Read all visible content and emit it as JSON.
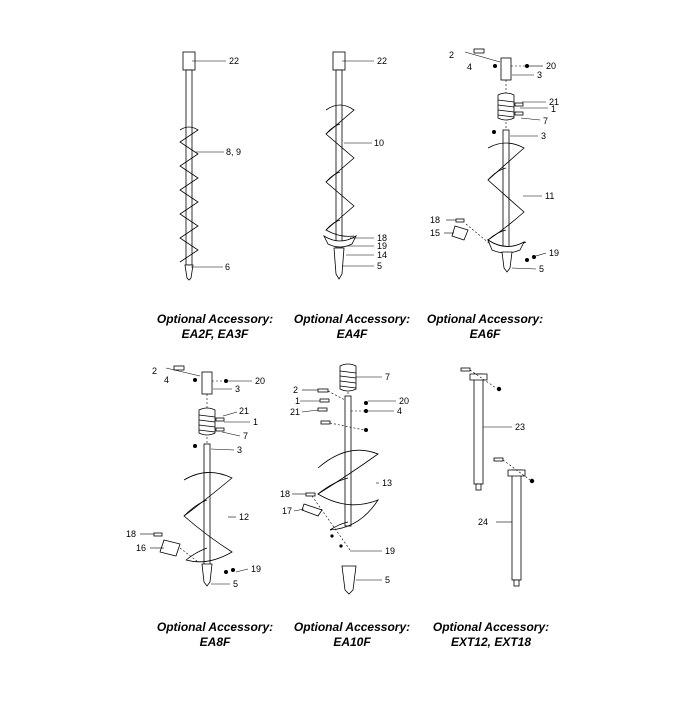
{
  "captions": {
    "ea2f": {
      "line1": "Optional Accessory:",
      "line2": "EA2F, EA3F"
    },
    "ea4f": {
      "line1": "Optional Accessory:",
      "line2": "EA4F"
    },
    "ea6f": {
      "line1": "Optional Accessory:",
      "line2": "EA6F"
    },
    "ea8f": {
      "line1": "Optional Accessory:",
      "line2": "EA8F"
    },
    "ea10f": {
      "line1": "Optional Accessory:",
      "line2": "EA10F"
    },
    "ext": {
      "line1": "Optional Accessory:",
      "line2": "EXT12, EXT18"
    }
  },
  "callouts": {
    "ea2f": {
      "c22": "22",
      "c89": "8, 9",
      "c6": "6"
    },
    "ea4f": {
      "c22": "22",
      "c10": "10",
      "c18": "18",
      "c19": "19",
      "c14": "14",
      "c5": "5"
    },
    "ea6f": {
      "c2": "2",
      "c4": "4",
      "c20": "20",
      "c3a": "3",
      "c21": "21",
      "c1": "1",
      "c7": "7",
      "c3b": "3",
      "c11": "11",
      "c18": "18",
      "c15": "15",
      "c19": "19",
      "c5": "5"
    },
    "ea8f": {
      "c2": "2",
      "c4": "4",
      "c20": "20",
      "c3a": "3",
      "c21": "21",
      "c1": "1",
      "c7": "7",
      "c3b": "3",
      "c12": "12",
      "c18": "18",
      "c16": "16",
      "c19": "19",
      "c5": "5"
    },
    "ea10f": {
      "c7": "7",
      "c2": "2",
      "c1": "1",
      "c20": "20",
      "c21": "21",
      "c4": "4",
      "c13": "13",
      "c18": "18",
      "c17": "17",
      "c19": "19",
      "c5": "5"
    },
    "ext": {
      "c23": "23",
      "c24": "24"
    }
  }
}
